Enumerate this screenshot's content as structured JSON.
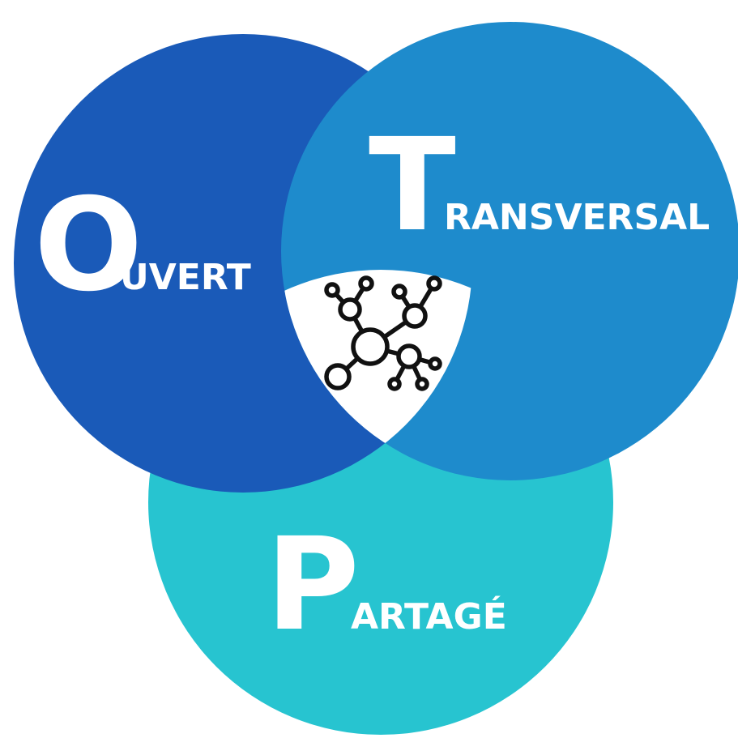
{
  "circles": [
    {
      "id": "ouvert",
      "color": "#1a5ab8",
      "initial": "O",
      "rest": "UVERT"
    },
    {
      "id": "transversal",
      "color": "#1e8bcc",
      "initial": "T",
      "rest": "RANSVERSAL"
    },
    {
      "id": "partage",
      "color": "#27c4d0",
      "initial": "P",
      "rest": "ARTAGÉ"
    }
  ],
  "center": {
    "color": "#ffffff",
    "icon": "network-icon"
  }
}
